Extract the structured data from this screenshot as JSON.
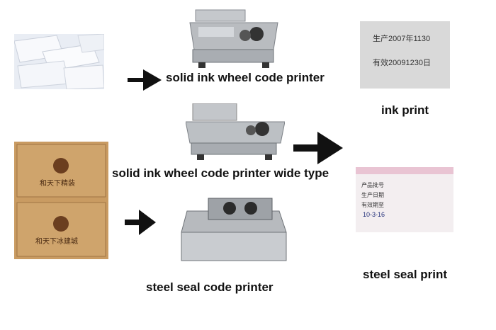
{
  "labels": {
    "solid_printer": "solid ink wheel code printer",
    "ink_print": "ink print",
    "wide_type": "solid ink wheel code printer wide type",
    "steel_seal_printer": "steel seal code printer",
    "steel_seal_print": "steel seal print"
  },
  "ink_sample": {
    "line1": "生产2007年1130",
    "line2": "有效20091230日"
  },
  "steel_sample": {
    "field1": "产品批号",
    "field2": "生产日期",
    "field3": "有效期至",
    "handwritten": "10-3-16"
  },
  "box_text": {
    "brand1": "和天下精装",
    "brand2": "和天下冰建城"
  },
  "colors": {
    "arrow": "#111111",
    "box": "#c99b62",
    "steel": "#b9bcc0"
  }
}
